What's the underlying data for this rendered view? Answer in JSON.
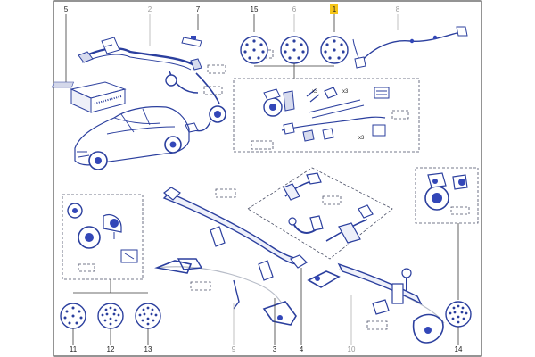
{
  "diagram": {
    "callouts": {
      "c1": "1",
      "c2": "2",
      "c3": "3",
      "c4": "4",
      "c5": "5",
      "c6": "6",
      "c7": "7",
      "c8": "8",
      "c9": "9",
      "c10": "10",
      "c11": "11",
      "c12": "12",
      "c13": "13",
      "c14": "14",
      "c15": "15"
    },
    "multipliers": {
      "m1": "x3",
      "m2": "x3",
      "m3": "x3"
    },
    "highlight_color": "#f5c518",
    "line_color": "#2b3f9e"
  }
}
